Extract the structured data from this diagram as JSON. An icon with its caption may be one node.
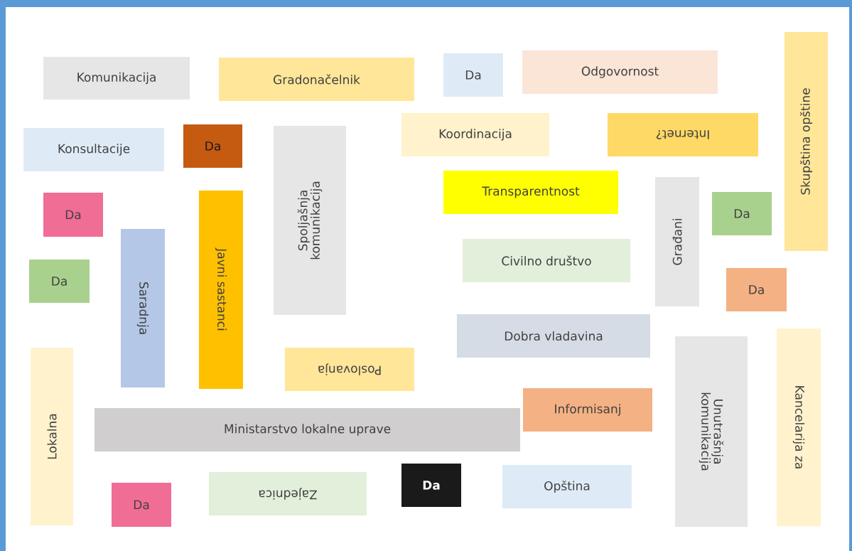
{
  "diagram": {
    "nodes": [
      {
        "text": [
          "Komunikacija"
        ]
      },
      {
        "text": [
          "Gradonačelnik"
        ]
      },
      {
        "text": [
          "Da"
        ]
      },
      {
        "text": [
          "Odgovornost"
        ]
      },
      {
        "text": [
          "Skupština opštine"
        ]
      },
      {
        "text": [
          "Konsultacije"
        ]
      },
      {
        "text": [
          "Da"
        ]
      },
      {
        "text": [
          "Spoljašnja komunikacija"
        ]
      },
      {
        "text": [
          "Koordinacija"
        ]
      },
      {
        "text": [
          "Internet?"
        ]
      },
      {
        "text": [
          "Da"
        ]
      },
      {
        "text": [
          "Transparentnost"
        ]
      },
      {
        "text": [
          "Građani"
        ]
      },
      {
        "text": [
          "Da"
        ]
      },
      {
        "text": [
          "Javni sastanci"
        ]
      },
      {
        "text": [
          "Saradnja"
        ]
      },
      {
        "text": [
          "Da"
        ]
      },
      {
        "text": [
          "Civilno društvo"
        ]
      },
      {
        "text": [
          "Da"
        ]
      },
      {
        "text": [
          "Dobra vladavina"
        ]
      },
      {
        "text": [
          "Kancelarija za"
        ]
      },
      {
        "text": [
          "Unutrašnja komunikacija"
        ]
      },
      {
        "text": [
          "Lokalna"
        ]
      },
      {
        "text": [
          "Poslovanja"
        ]
      },
      {
        "text": [
          "Informisanj"
        ]
      },
      {
        "text": [
          "Ministarstvo lokalne uprave"
        ]
      },
      {
        "text": [
          "Da"
        ]
      },
      {
        "text": [
          "Opština"
        ]
      },
      {
        "text": [
          "Zajednica"
        ]
      },
      {
        "text": [
          "Da"
        ]
      }
    ]
  }
}
